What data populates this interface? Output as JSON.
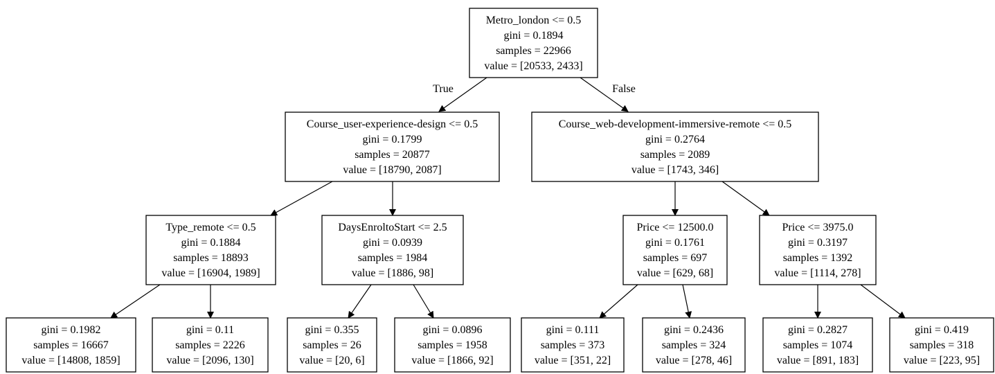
{
  "edge_labels": {
    "true_label": "True",
    "false_label": "False"
  },
  "nodes": [
    {
      "id": "root",
      "lines": [
        "Metro_london <= 0.5",
        "gini = 0.1894",
        "samples = 22966",
        "value = [20533, 2433]"
      ]
    },
    {
      "id": "n1",
      "lines": [
        "Course_user-experience-design <= 0.5",
        "gini = 0.1799",
        "samples = 20877",
        "value = [18790, 2087]"
      ]
    },
    {
      "id": "n2",
      "lines": [
        "Course_web-development-immersive-remote <= 0.5",
        "gini = 0.2764",
        "samples = 2089",
        "value = [1743, 346]"
      ]
    },
    {
      "id": "n3",
      "lines": [
        "Type_remote <= 0.5",
        "gini = 0.1884",
        "samples = 18893",
        "value = [16904, 1989]"
      ]
    },
    {
      "id": "n4",
      "lines": [
        "DaysEnroltoStart <= 2.5",
        "gini = 0.0939",
        "samples = 1984",
        "value = [1886, 98]"
      ]
    },
    {
      "id": "n5",
      "lines": [
        "Price <= 12500.0",
        "gini = 0.1761",
        "samples = 697",
        "value = [629, 68]"
      ]
    },
    {
      "id": "n6",
      "lines": [
        "Price <= 3975.0",
        "gini = 0.3197",
        "samples = 1392",
        "value = [1114, 278]"
      ]
    },
    {
      "id": "l1",
      "lines": [
        "gini = 0.1982",
        "samples = 16667",
        "value = [14808, 1859]"
      ]
    },
    {
      "id": "l2",
      "lines": [
        "gini = 0.11",
        "samples = 2226",
        "value = [2096, 130]"
      ]
    },
    {
      "id": "l3",
      "lines": [
        "gini = 0.355",
        "samples = 26",
        "value = [20, 6]"
      ]
    },
    {
      "id": "l4",
      "lines": [
        "gini = 0.0896",
        "samples = 1958",
        "value = [1866, 92]"
      ]
    },
    {
      "id": "l5",
      "lines": [
        "gini = 0.111",
        "samples = 373",
        "value = [351, 22]"
      ]
    },
    {
      "id": "l6",
      "lines": [
        "gini = 0.2436",
        "samples = 324",
        "value = [278, 46]"
      ]
    },
    {
      "id": "l7",
      "lines": [
        "gini = 0.2827",
        "samples = 1074",
        "value = [891, 183]"
      ]
    },
    {
      "id": "l8",
      "lines": [
        "gini = 0.419",
        "samples = 318",
        "value = [223, 95]"
      ]
    }
  ],
  "edges": [
    {
      "from": "root",
      "to": "n1"
    },
    {
      "from": "root",
      "to": "n2"
    },
    {
      "from": "n1",
      "to": "n3"
    },
    {
      "from": "n1",
      "to": "n4"
    },
    {
      "from": "n2",
      "to": "n5"
    },
    {
      "from": "n2",
      "to": "n6"
    },
    {
      "from": "n3",
      "to": "l1"
    },
    {
      "from": "n3",
      "to": "l2"
    },
    {
      "from": "n4",
      "to": "l3"
    },
    {
      "from": "n4",
      "to": "l4"
    },
    {
      "from": "n5",
      "to": "l5"
    },
    {
      "from": "n5",
      "to": "l6"
    },
    {
      "from": "n6",
      "to": "l7"
    },
    {
      "from": "n6",
      "to": "l8"
    }
  ]
}
